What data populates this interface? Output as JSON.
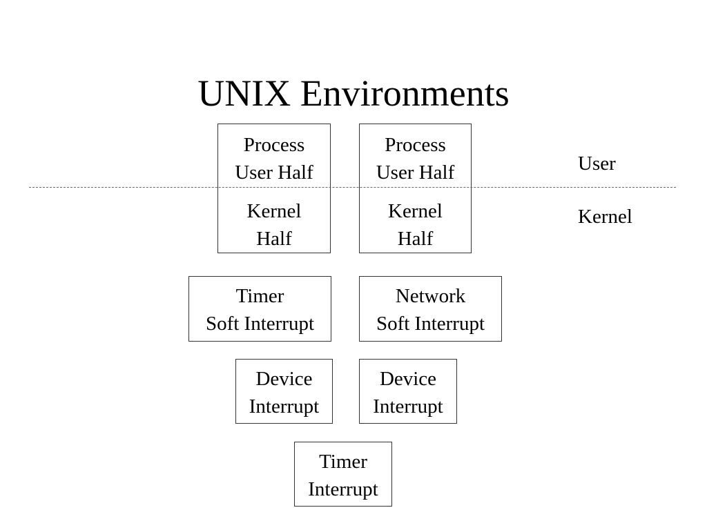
{
  "slide": {
    "title": "UNIX Environments"
  },
  "diagram": {
    "process_1": {
      "user_line1": "Process",
      "user_line2": "User Half",
      "kernel_line1": "Kernel",
      "kernel_line2": "Half"
    },
    "process_2": {
      "user_line1": "Process",
      "user_line2": "User Half",
      "kernel_line1": "Kernel",
      "kernel_line2": "Half"
    },
    "timer_soft": {
      "line1": "Timer",
      "line2": "Soft Interrupt"
    },
    "network_soft": {
      "line1": "Network",
      "line2": "Soft Interrupt"
    },
    "device_1": {
      "line1": "Device",
      "line2": "Interrupt"
    },
    "device_2": {
      "line1": "Device",
      "line2": "Interrupt"
    },
    "timer_interrupt": {
      "line1": "Timer",
      "line2": "Interrupt"
    },
    "labels": {
      "user": "User",
      "kernel": "Kernel"
    }
  }
}
